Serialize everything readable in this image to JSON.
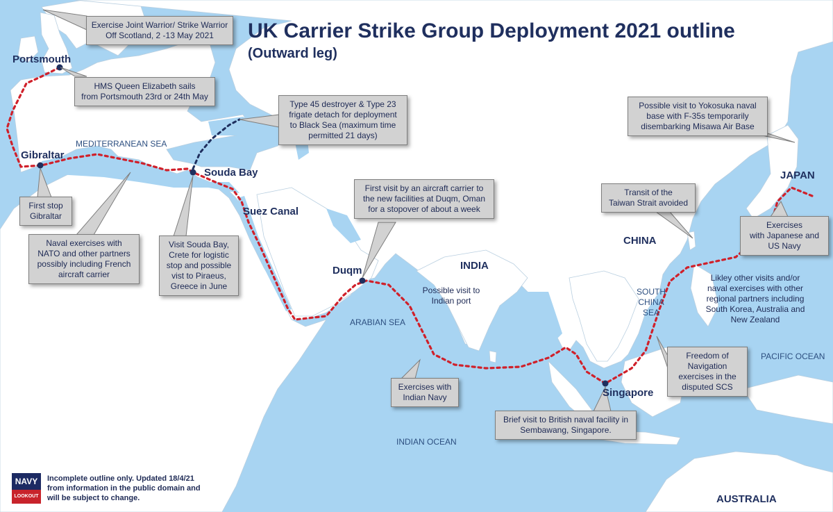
{
  "title": "UK Carrier Strike Group Deployment 2021 outline",
  "subtitle": "(Outward leg)",
  "colors": {
    "sea": "#a8d4f2",
    "land": "#ffffff",
    "route": "#d0202a",
    "black_sea_route": "#1f2f5e",
    "callout_bg": "#d2d2d2",
    "text_navy": "#1f2f5e"
  },
  "places": {
    "portsmouth": "Portsmouth",
    "gibraltar": "Gibraltar",
    "souda_bay": "Souda Bay",
    "suez_canal": "Suez Canal",
    "duqm": "Duqm",
    "singapore": "Singapore",
    "japan": "JAPAN",
    "china": "CHINA",
    "india": "INDIA",
    "australia": "AUSTRALIA"
  },
  "regions": {
    "mediterranean": "MEDITERRANEAN SEA",
    "arabian": "ARABIAN SEA",
    "indian_ocean": "INDIAN OCEAN",
    "pacific": "PACIFIC OCEAN",
    "south_china_sea": "SOUTH\nCHINA\nSEA"
  },
  "callouts": {
    "joint_warrior": "Exercise Joint Warrior/ Strike Warrior\nOff Scotland,  2 -13 May 2021",
    "hms_sails": "HMS Queen Elizabeth sails\nfrom Portsmouth 23rd or 24th May",
    "black_sea": "Type 45 destroyer & Type 23\nfrigate detach for deployment\nto Black Sea (maximum time\npermitted 21 days)",
    "first_stop": "First stop\nGibraltar",
    "naval_exercises": "Naval exercises with\nNATO and other partners\npossibly including French\naircraft carrier",
    "souda": "Visit Souda Bay,\nCrete for logistic\nstop and possible\nvist to Piraeus,\nGreece in June",
    "duqm_visit": "First visit by an aircraft carrier to\nthe new facilities at Duqm, Oman\nfor a stopover of about a week",
    "indian_navy": "Exercises with\nIndian Navy",
    "sembawang": "Brief visit to British naval facility in\nSembawang, Singapore.",
    "freedom": "Freedom of\nNavigation\nexercises in the\ndisputed SCS",
    "taiwan": "Transit of the\nTaiwan Strait avoided",
    "yokosuka": "Possible visit to Yokosuka naval\nbase with F-35s temporarily\ndisembarking Misawa Air Base",
    "japanese_us": "Exercises\nwith Japanese and\nUS Navy"
  },
  "notes": {
    "indian_port": "Possible visit to\nIndian port",
    "other_visits": "Likley other visits and/or\nnaval exercises with other\nregional partners including\nSouth Korea, Australia and\nNew Zealand"
  },
  "logo": {
    "top": "NAVY",
    "bottom": "LOOKOUT"
  },
  "footnote": "Incomplete outline only. Updated 18/4/21\nfrom information in the public domain and\nwill be subject to change."
}
